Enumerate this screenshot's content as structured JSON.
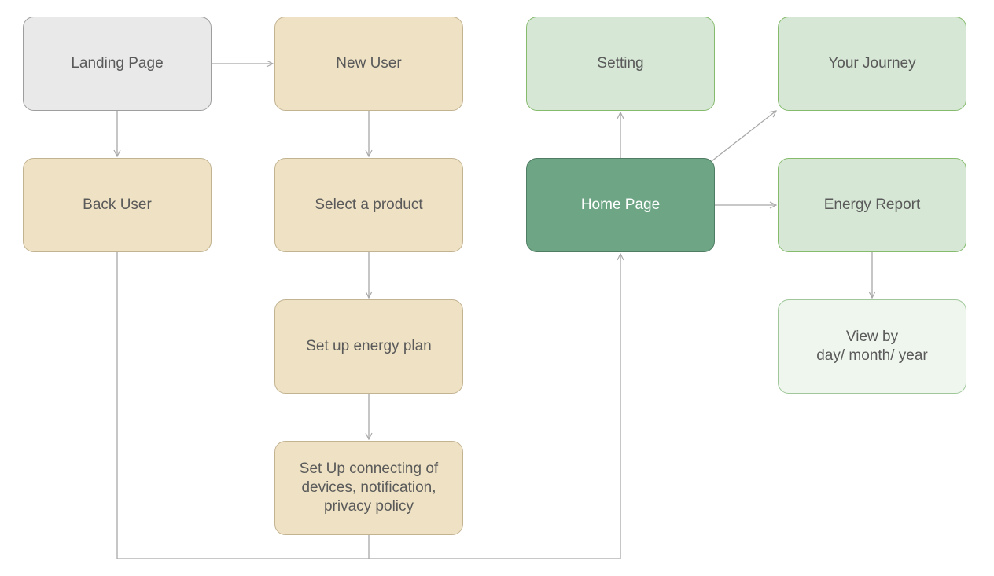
{
  "nodes": {
    "landing_page": "Landing Page",
    "new_user": "New User",
    "back_user": "Back User",
    "select_product": "Select a product",
    "energy_plan": "Set up energy plan",
    "connect_devices": "Set Up connecting of\ndevices, notification,\nprivacy policy",
    "setting": "Setting",
    "home_page": "Home Page",
    "your_journey": "Your Journey",
    "energy_report": "Energy Report",
    "view_by": "View by\nday/ month/ year"
  },
  "colors": {
    "gray_fill": "#e9e9e9",
    "tan_fill": "#efe2c4",
    "green_fill": "#d6e8d5",
    "dark_green_fill": "#6da585",
    "light_green_fill": "#eef6ed",
    "connector": "#a8a8a8"
  }
}
